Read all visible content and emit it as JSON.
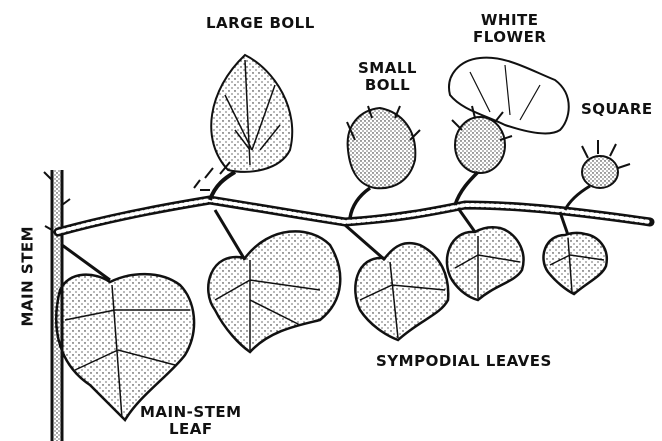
{
  "labels": {
    "large_boll": "LARGE BOLL",
    "small_boll_1": "SMALL",
    "small_boll_2": "BOLL",
    "white_flower_1": "WHITE",
    "white_flower_2": "FLOWER",
    "square": "SQUARE",
    "main_stem": "MAIN STEM",
    "sympodial_leaves": "SYMPODIAL LEAVES",
    "main_stem_leaf_1": "MAIN-STEM",
    "main_stem_leaf_2": "LEAF"
  },
  "colors": {
    "ink": "#111111",
    "background": "#ffffff"
  }
}
